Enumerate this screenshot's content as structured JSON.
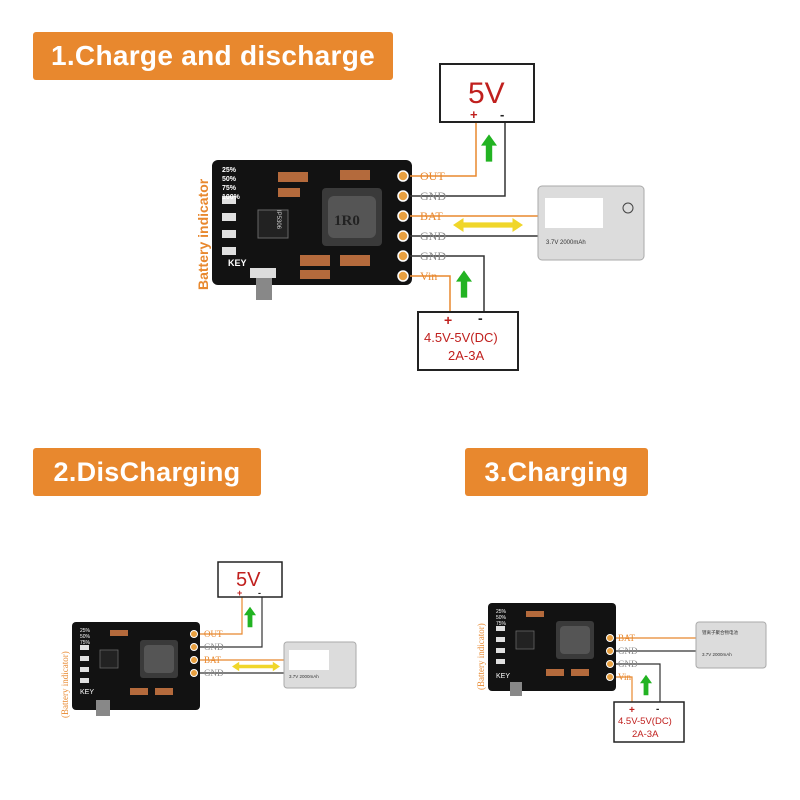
{
  "sections": {
    "s1": {
      "title": "1.Charge and discharge"
    },
    "s2": {
      "title": "2.DisCharging"
    },
    "s3": {
      "title": "3.Charging"
    }
  },
  "board": {
    "battery_indicator_label": "Battery indicator",
    "battery_indicator_label_small": "(Battery indicator)",
    "levels": [
      "25%",
      "50%",
      "75%",
      "100%"
    ],
    "key_label": "KEY",
    "chip_label": "1R0",
    "ic_label": "IP5306"
  },
  "pins": {
    "out": "OUT",
    "gnd": "GND",
    "bat": "BAT",
    "vin": "Vin"
  },
  "output_box": {
    "voltage": "5V",
    "plus": "+",
    "minus": "-"
  },
  "input_box": {
    "line1": "4.5V-5V(DC)",
    "line2": "2A-3A",
    "plus": "+",
    "minus": "-"
  },
  "battery": {
    "spec": "3.7V   2000mAh",
    "spec_small": "3.7V   2000mAh",
    "small_title": "锂离子聚合物电池"
  },
  "colors": {
    "banner": "#e8882e",
    "arrow_green": "#22b322",
    "arrow_yellow": "#f0d62a",
    "wire_orange": "#e8882e",
    "wire_dark": "#333333",
    "red_text": "#c0201e"
  }
}
